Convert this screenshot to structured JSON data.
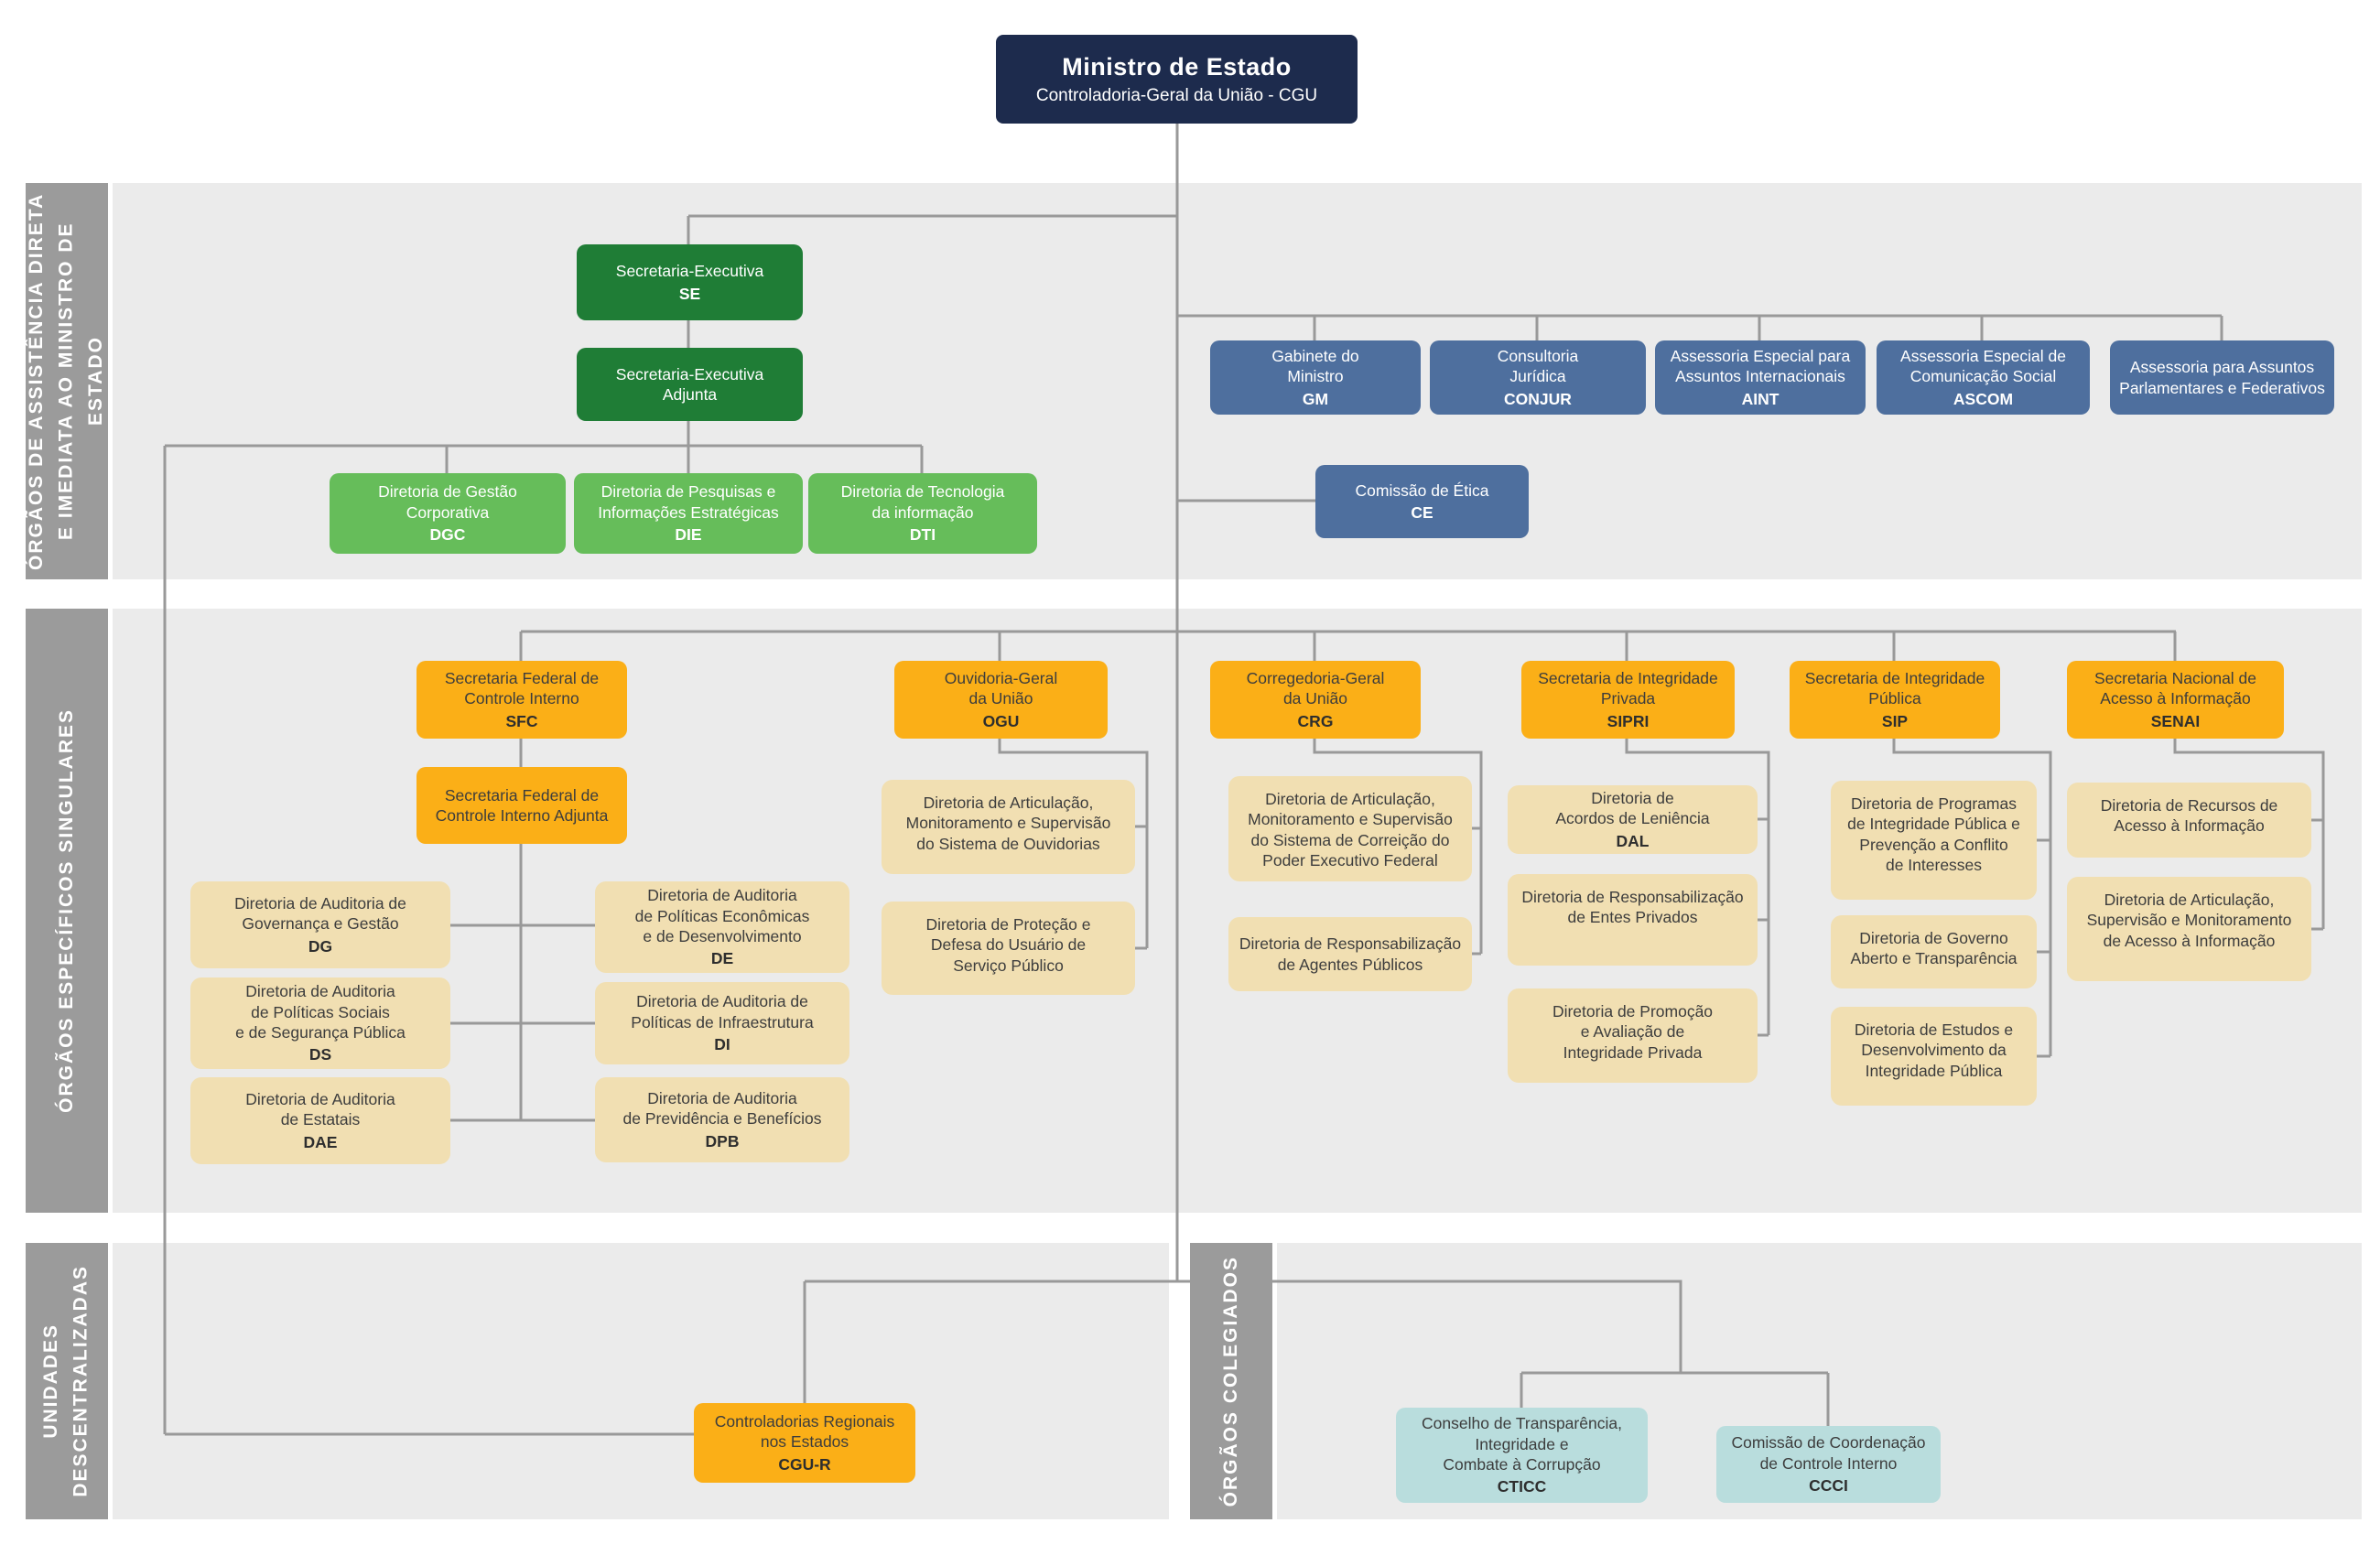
{
  "banner": {
    "title": "Ministro de Estado",
    "subtitle": "Controladoria-Geral da União - CGU"
  },
  "sections": {
    "s1": "ÓRGÃOS DE ASSISTÊNCIA DIRETA\nE IMEDIATA AO MINISTRO DE ESTADO",
    "s2": "ÓRGÃOS ESPECÍFICOS SINGULARES",
    "s3": "UNIDADES\nDESCENTRALIZADAS",
    "s4": "ÓRGÃOS COLEGIADOS"
  },
  "nodes": {
    "se": {
      "label": "Secretaria-Executiva",
      "acronym": "SE"
    },
    "sea": {
      "label": "Secretaria-Executiva\nAdjunta"
    },
    "dgc": {
      "label": "Diretoria de Gestão\nCorporativa",
      "acronym": "DGC"
    },
    "die": {
      "label": "Diretoria de Pesquisas e\nInformações Estratégicas",
      "acronym": "DIE"
    },
    "dti": {
      "label": "Diretoria de Tecnologia\nda informação",
      "acronym": "DTI"
    },
    "gm": {
      "label": "Gabinete do\nMinistro",
      "acronym": "GM"
    },
    "conjur": {
      "label": "Consultoria\nJurídica",
      "acronym": "CONJUR"
    },
    "aint": {
      "label": "Assessoria Especial para\nAssuntos Internacionais",
      "acronym": "AINT"
    },
    "ascom": {
      "label": "Assessoria Especial de\nComunicação Social",
      "acronym": "ASCOM"
    },
    "parl": {
      "label": "Assessoria para Assuntos\nParlamentares e Federativos"
    },
    "ce": {
      "label": "Comissão de Ética",
      "acronym": "CE"
    },
    "sfc": {
      "label": "Secretaria Federal de\nControle Interno",
      "acronym": "SFC"
    },
    "ogu": {
      "label": "Ouvidoria-Geral\nda União",
      "acronym": "OGU"
    },
    "crg": {
      "label": "Corregedoria-Geral\nda União",
      "acronym": "CRG"
    },
    "sipri": {
      "label": "Secretaria de Integridade\nPrivada",
      "acronym": "SIPRI"
    },
    "sip": {
      "label": "Secretaria de Integridade\nPública",
      "acronym": "SIP"
    },
    "senai": {
      "label": "Secretaria Nacional de\nAcesso à Informação",
      "acronym": "SENAI"
    },
    "sfca": {
      "label": "Secretaria Federal de\nControle Interno Adjunta"
    },
    "dg": {
      "label": "Diretoria de Auditoria de\nGovernança e Gestão",
      "acronym": "DG"
    },
    "ds": {
      "label": "Diretoria de Auditoria\nde Políticas Sociais\ne de Segurança Pública",
      "acronym": "DS"
    },
    "dae": {
      "label": "Diretoria de Auditoria\nde Estatais",
      "acronym": "DAE"
    },
    "de": {
      "label": "Diretoria de Auditoria\nde Políticas Econômicas\ne de Desenvolvimento",
      "acronym": "DE"
    },
    "di": {
      "label": "Diretoria de Auditoria de\nPolíticas de Infraestrutura",
      "acronym": "DI"
    },
    "dpb": {
      "label": "Diretoria de Auditoria\nde Previdência e Benefícios",
      "acronym": "DPB"
    },
    "ogu1": {
      "label": "Diretoria de Articulação,\nMonitoramento e Supervisão\ndo Sistema de Ouvidorias"
    },
    "ogu2": {
      "label": "Diretoria de Proteção e\nDefesa do Usuário de\nServiço Público"
    },
    "crg1": {
      "label": "Diretoria de Articulação,\nMonitoramento e Supervisão\ndo Sistema de Correição do\nPoder Executivo Federal"
    },
    "crg2": {
      "label": "Diretoria de Responsabilização\nde Agentes Públicos"
    },
    "dal": {
      "label": "Diretoria de\nAcordos de Leniência",
      "acronym": "DAL"
    },
    "sipri2": {
      "label": "Diretoria de Responsabilização\nde Entes Privados"
    },
    "sipri3": {
      "label": "Diretoria de Promoção\ne Avaliação de\nIntegridade Privada"
    },
    "sip1": {
      "label": "Diretoria de Programas\nde Integridade Pública e\nPrevenção a Conflito\nde Interesses"
    },
    "sip2": {
      "label": "Diretoria de Governo\nAberto e Transparência"
    },
    "sip3": {
      "label": "Diretoria de Estudos e\nDesenvolvimento da\nIntegridade Pública"
    },
    "senai1": {
      "label": "Diretoria de Recursos de\nAcesso à Informação"
    },
    "senai2": {
      "label": "Diretoria de Articulação,\nSupervisão e Monitoramento\nde Acesso à Informação"
    },
    "cgur": {
      "label": "Controladorias Regionais\nnos Estados",
      "acronym": "CGU-R"
    },
    "cticc": {
      "label": "Conselho de Transparência,\nIntegridade e\nCombate à Corrupção",
      "acronym": "CTICC"
    },
    "ccci": {
      "label": "Comissão de Coordenação\nde Controle Interno",
      "acronym": "CCCI"
    }
  },
  "colors": {
    "banner": "#1d2b4d",
    "secretaria_executiva": "#1f7d36",
    "diretoria_se": "#66bd5a",
    "assessoria": "#4e6f9e",
    "secretaria": "#fbaf17",
    "diretoria": "#f1dfb2",
    "colegiado": "#b9dddd",
    "section_bar": "#9b9b9b",
    "section_band": "#ebebeb",
    "connector": "#999999"
  }
}
